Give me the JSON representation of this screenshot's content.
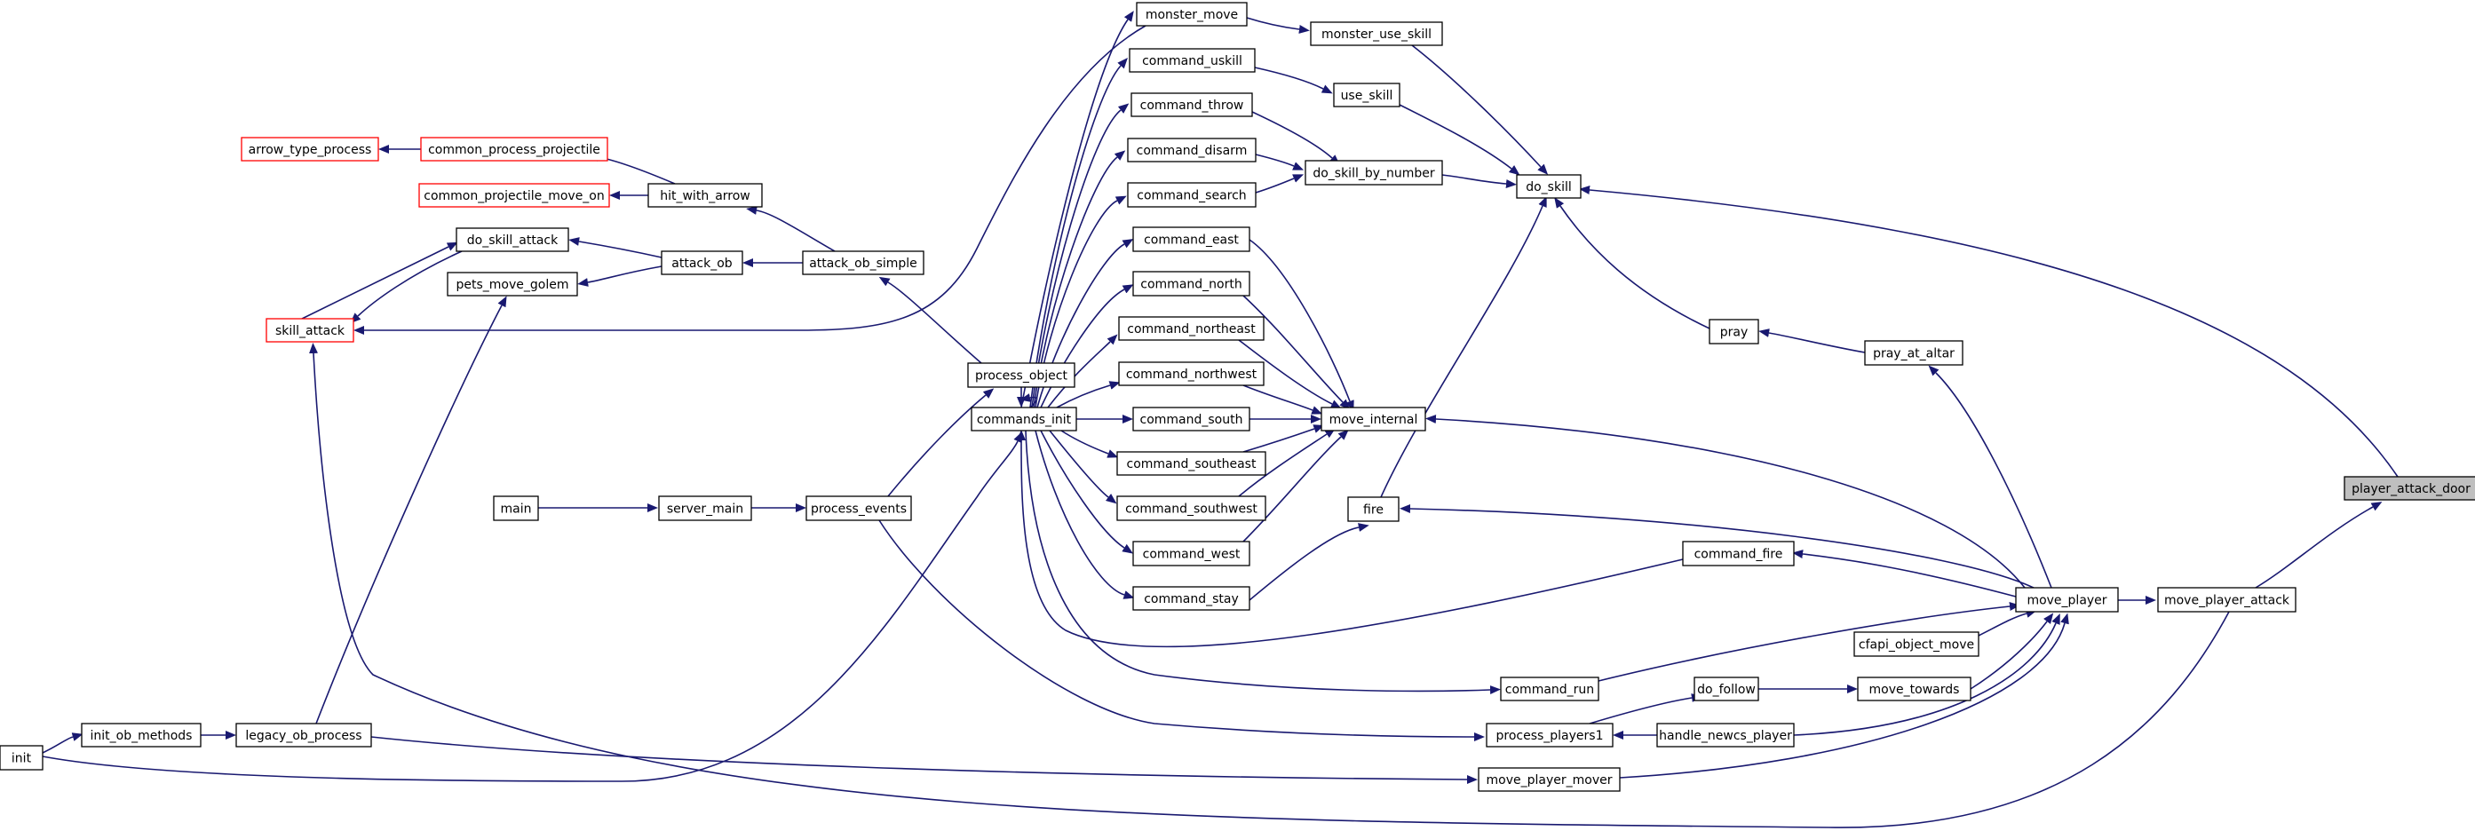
{
  "graph": {
    "colors": {
      "edge": "#191970",
      "box": "#000000",
      "redBox": "#ff0000",
      "focusFill": "#bfbfbf"
    },
    "nodes": [
      {
        "id": "player_attack_door",
        "label": "player_attack_door"
      },
      {
        "id": "move_player_attack",
        "label": "move_player_attack"
      },
      {
        "id": "move_player",
        "label": "move_player"
      },
      {
        "id": "pray_at_altar",
        "label": "pray_at_altar"
      },
      {
        "id": "pray",
        "label": "pray"
      },
      {
        "id": "do_skill",
        "label": "do_skill"
      },
      {
        "id": "monster_use_skill",
        "label": "monster_use_skill"
      },
      {
        "id": "use_skill",
        "label": "use_skill"
      },
      {
        "id": "do_skill_by_number",
        "label": "do_skill_by_number"
      },
      {
        "id": "monster_move",
        "label": "monster_move"
      },
      {
        "id": "command_uskill",
        "label": "command_uskill"
      },
      {
        "id": "command_throw",
        "label": "command_throw"
      },
      {
        "id": "command_disarm",
        "label": "command_disarm"
      },
      {
        "id": "command_search",
        "label": "command_search"
      },
      {
        "id": "command_east",
        "label": "command_east"
      },
      {
        "id": "command_north",
        "label": "command_north"
      },
      {
        "id": "command_northeast",
        "label": "command_northeast"
      },
      {
        "id": "command_northwest",
        "label": "command_northwest"
      },
      {
        "id": "command_south",
        "label": "command_south"
      },
      {
        "id": "command_southeast",
        "label": "command_southeast"
      },
      {
        "id": "command_southwest",
        "label": "command_southwest"
      },
      {
        "id": "command_west",
        "label": "command_west"
      },
      {
        "id": "command_stay",
        "label": "command_stay"
      },
      {
        "id": "move_internal",
        "label": "move_internal"
      },
      {
        "id": "fire",
        "label": "fire"
      },
      {
        "id": "command_fire",
        "label": "command_fire"
      },
      {
        "id": "cfapi_object_move",
        "label": "cfapi_object_move"
      },
      {
        "id": "command_run",
        "label": "command_run"
      },
      {
        "id": "do_follow",
        "label": "do_follow"
      },
      {
        "id": "move_towards",
        "label": "move_towards"
      },
      {
        "id": "process_players1",
        "label": "process_players1"
      },
      {
        "id": "handle_newcs_player",
        "label": "handle_newcs_player"
      },
      {
        "id": "move_player_mover",
        "label": "move_player_mover"
      },
      {
        "id": "commands_init",
        "label": "commands_init"
      },
      {
        "id": "process_object",
        "label": "process_object"
      },
      {
        "id": "process_events",
        "label": "process_events"
      },
      {
        "id": "server_main",
        "label": "server_main"
      },
      {
        "id": "main",
        "label": "main"
      },
      {
        "id": "attack_ob_simple",
        "label": "attack_ob_simple"
      },
      {
        "id": "hit_with_arrow",
        "label": "hit_with_arrow"
      },
      {
        "id": "attack_ob",
        "label": "attack_ob"
      },
      {
        "id": "common_process_projectile",
        "label": "common_process_projectile"
      },
      {
        "id": "common_projectile_move_on",
        "label": "common_projectile_move_on"
      },
      {
        "id": "arrow_type_process",
        "label": "arrow_type_process"
      },
      {
        "id": "do_skill_attack",
        "label": "do_skill_attack"
      },
      {
        "id": "pets_move_golem",
        "label": "pets_move_golem"
      },
      {
        "id": "skill_attack",
        "label": "skill_attack"
      },
      {
        "id": "legacy_ob_process",
        "label": "legacy_ob_process"
      },
      {
        "id": "init_ob_methods",
        "label": "init_ob_methods"
      },
      {
        "id": "init",
        "label": "init"
      }
    ]
  }
}
